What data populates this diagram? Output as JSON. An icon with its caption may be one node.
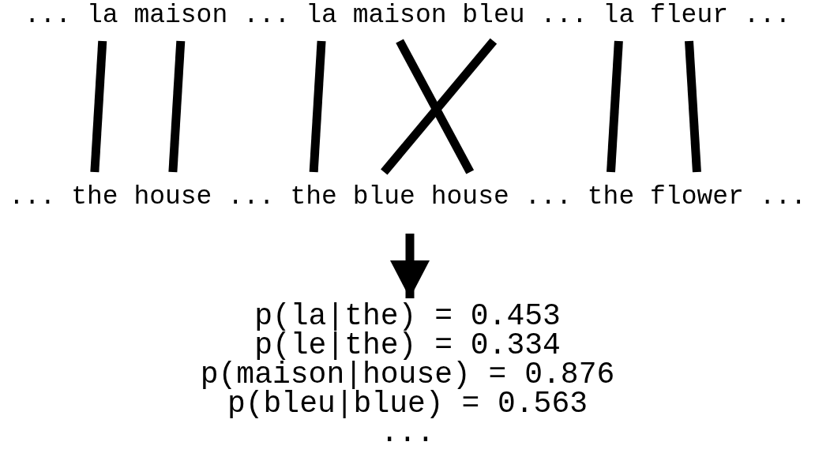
{
  "diagram": {
    "nodes": [
      {
        "text": [
          "la"
        ]
      },
      {
        "text": [
          "maison"
        ]
      },
      {
        "text": [
          "la"
        ]
      },
      {
        "text": [
          "maison"
        ]
      },
      {
        "text": [
          "bleu"
        ]
      },
      {
        "text": [
          "la"
        ]
      },
      {
        "text": [
          "fleur"
        ]
      },
      {
        "text": [
          "the"
        ]
      },
      {
        "text": [
          "house"
        ]
      },
      {
        "text": [
          "the"
        ]
      },
      {
        "text": [
          "blue"
        ]
      },
      {
        "text": [
          "house"
        ]
      },
      {
        "text": [
          "the"
        ]
      },
      {
        "text": [
          "flower"
        ]
      },
      {
        "text": [
          "p(la|the) = 0.453",
          "p(le|the) = 0.334",
          "p(maison|house) = 0.876",
          "p(bleu|blue) = 0.563",
          "..."
        ]
      }
    ],
    "edges": [
      {
        "from": 0,
        "to": 7,
        "arrow": "none"
      },
      {
        "from": 1,
        "to": 8,
        "arrow": "none"
      },
      {
        "from": 2,
        "to": 9,
        "arrow": "none"
      },
      {
        "from": 3,
        "to": 11,
        "arrow": "none"
      },
      {
        "from": 4,
        "to": 10,
        "arrow": "none"
      },
      {
        "from": 5,
        "to": 12,
        "arrow": "none"
      },
      {
        "from": 6,
        "to": 13,
        "arrow": "none"
      },
      {
        "from": null,
        "to": 14,
        "arrow": "to"
      }
    ],
    "labels": [
      "...",
      "...",
      "...",
      "...",
      "...",
      "...",
      "...",
      "..."
    ]
  }
}
